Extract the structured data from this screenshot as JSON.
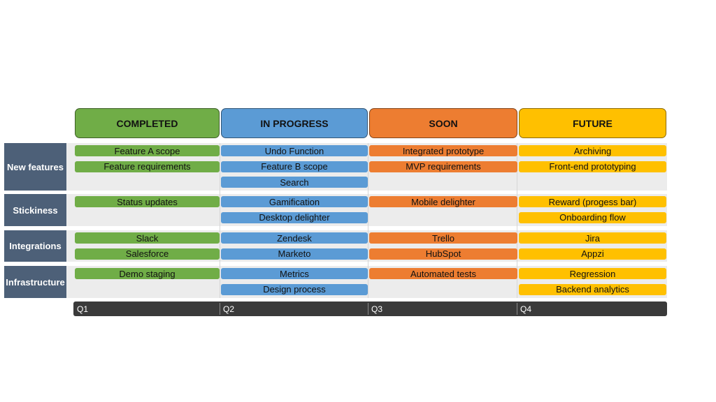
{
  "colors": {
    "completed": "#70ad47",
    "in_progress": "#5b9bd5",
    "soon": "#ed7d31",
    "future": "#ffc000",
    "row_label_bg": "#4d6078",
    "band_bg": "#ececec",
    "timeline_bg": "#3a3a3a"
  },
  "columns": [
    {
      "key": "completed",
      "label": "COMPLETED"
    },
    {
      "key": "in_progress",
      "label": "IN PROGRESS"
    },
    {
      "key": "soon",
      "label": "SOON"
    },
    {
      "key": "future",
      "label": "FUTURE"
    }
  ],
  "rows": [
    {
      "label": "New features",
      "items": {
        "completed": [
          "Feature A scope",
          "Feature requirements"
        ],
        "in_progress": [
          "Undo Function",
          "Feature B scope",
          "Search"
        ],
        "soon": [
          "Integrated prototype",
          "MVP requirements"
        ],
        "future": [
          "Archiving",
          "Front-end prototyping"
        ]
      }
    },
    {
      "label": "Stickiness",
      "items": {
        "completed": [
          "Status updates"
        ],
        "in_progress": [
          "Gamification",
          "Desktop delighter"
        ],
        "soon": [
          "Mobile delighter"
        ],
        "future": [
          "Reward (progess bar)",
          "Onboarding flow"
        ]
      }
    },
    {
      "label": "Integrations",
      "items": {
        "completed": [
          "Slack",
          "Salesforce"
        ],
        "in_progress": [
          "Zendesk",
          "Marketo"
        ],
        "soon": [
          "Trello",
          "HubSpot"
        ],
        "future": [
          "Jira",
          "Appzi"
        ]
      }
    },
    {
      "label": "Infrastructure",
      "items": {
        "completed": [
          "Demo staging"
        ],
        "in_progress": [
          "Metrics",
          "Design process"
        ],
        "soon": [
          "Automated tests"
        ],
        "future": [
          "Regression",
          "Backend analytics"
        ]
      }
    }
  ],
  "timeline": {
    "quarters": [
      "Q1",
      "Q2",
      "Q3",
      "Q4"
    ]
  }
}
